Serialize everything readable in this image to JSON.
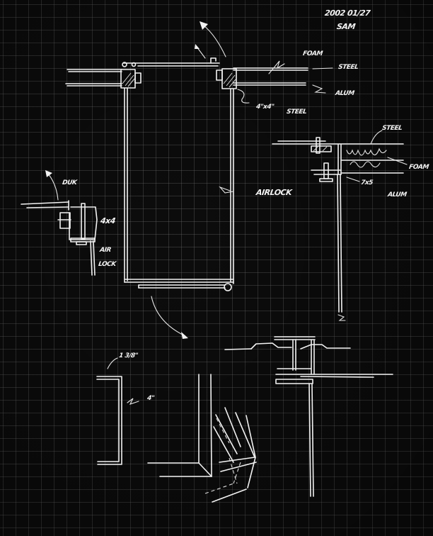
{
  "sheet": {
    "type": "hand-drawn architectural detail sketch on black grid paper",
    "ink_color": "#f2f2f2",
    "paper_color": "#0c0c0c",
    "grid_color": "#5a5a5a"
  },
  "header": {
    "date": "2002 01/27",
    "author": "SAM"
  },
  "annotations": {
    "top_section": {
      "foam": "FOAM",
      "steel": "STEEL",
      "alum": "ALUM",
      "steel_4x4": "4\"x4\"",
      "steel_4x4_material": "STEEL"
    },
    "right_section": {
      "steel": "STEEL",
      "foam": "FOAM",
      "tube": "7x5",
      "alum": "ALUM"
    },
    "left_detail": {
      "door": "DUK",
      "post": "4x4",
      "airlock": "AIR",
      "airlock2": "LOCK"
    },
    "center": {
      "airlock": "AIRLOCK"
    },
    "bottom_left": {
      "dim_top": "1 3/8\"",
      "dim_side": "4\""
    }
  }
}
